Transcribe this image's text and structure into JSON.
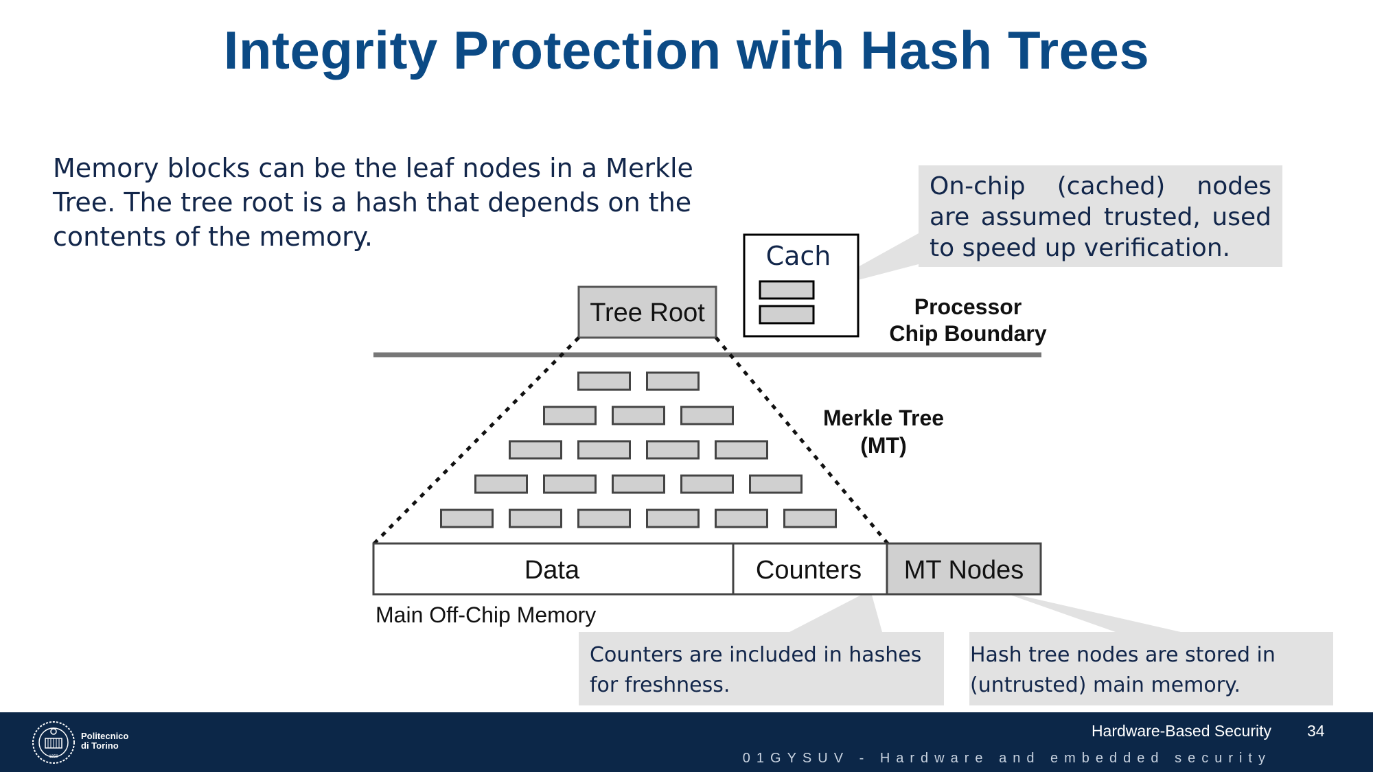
{
  "slide": {
    "title": "Integrity Protection with Hash Trees",
    "intro": "Memory blocks can be the leaf nodes in a Merkle Tree. The tree root is a hash that depends on the contents of the memory."
  },
  "diagram": {
    "cache_label": "Cach",
    "tree_root": "Tree Root",
    "processor_line1": "Processor",
    "processor_line2": "Chip Boundary",
    "merkle_line1": "Merkle Tree",
    "merkle_line2": "(MT)",
    "data": "Data",
    "counters": "Counters",
    "mt_nodes": "MT Nodes",
    "memory_label": "Main Off-Chip Memory",
    "levels": [
      2,
      3,
      4,
      5,
      6
    ]
  },
  "callouts": {
    "cache": "On-chip (cached) nodes are assumed trusted, used to speed up verification.",
    "counters": "Counters are included in hashes for freshness.",
    "mt_nodes": "Hash tree nodes are stored in (untrusted) main memory."
  },
  "footer": {
    "course": "Hardware-Based Security",
    "page": "34",
    "code": "01GYSUV - Hardware and embedded security",
    "logo_text_1": "Politecnico",
    "logo_text_2": "di Torino",
    "logo_year": "1859"
  },
  "colors": {
    "title": "#0b4a85",
    "text": "#12264a",
    "footer_bg": "#0c2748",
    "node_fill": "#d0d0d0",
    "callout_bg": "#e2e2e2"
  }
}
